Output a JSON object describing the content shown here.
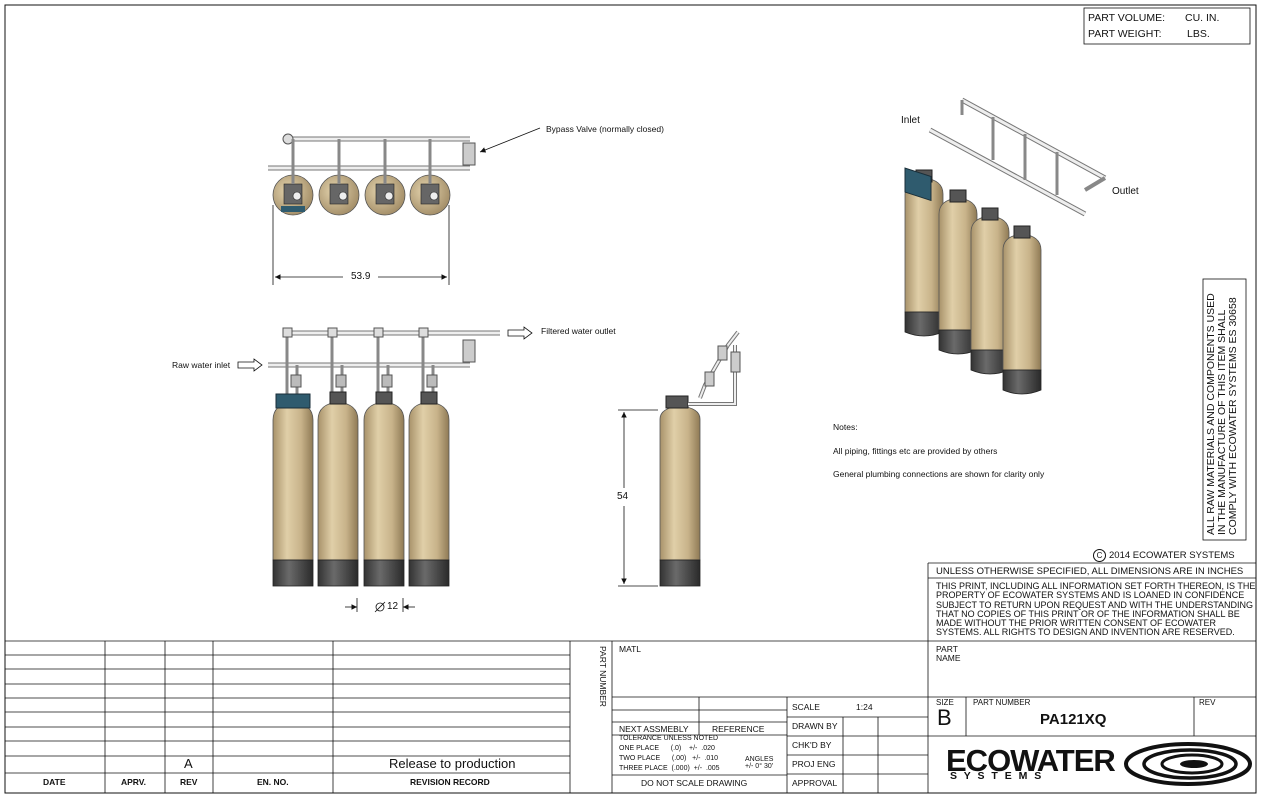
{
  "title_block": {
    "part_volume_label": "PART VOLUME:",
    "part_volume_unit": "CU. IN.",
    "part_weight_label": "PART WEIGHT:",
    "part_weight_unit": "LBS.",
    "copyright": "2014 ECOWATER SYSTEMS",
    "unless_note": "UNLESS OTHERWISE SPECIFIED, ALL DIMENSIONS ARE IN INCHES",
    "confidential": [
      "THIS PRINT, INCLUDING ALL INFORMATION SET FORTH THEREON, IS THE",
      "PROPERTY OF ECOWATER SYSTEMS AND IS LOANED IN CONFIDENCE",
      "SUBJECT TO RETURN UPON REQUEST AND WITH THE UNDERSTANDING",
      "THAT NO COPIES OF THIS PRINT OR OF THE INFORMATION SHALL BE",
      "MADE WITHOUT THE PRIOR WRITTEN CONSENT OF ECOWATER",
      "SYSTEMS. ALL RIGHTS TO DESIGN AND INVENTION ARE RESERVED."
    ],
    "vertical_note": [
      "ALL RAW MATERIALS AND COMPONENTS USED",
      "IN THE MANUFACTURE OF THIS ITEM SHALL",
      "COMPLY WITH ECOWATER SYSTEMS ES 30658"
    ],
    "part_name_label": [
      "PART",
      "NAME"
    ],
    "matl_label": "MATL",
    "part_number_vertical": "PART NUMBER",
    "scale_label": "SCALE",
    "scale_value": "1:24",
    "drawn_by": "DRAWN BY",
    "chkd_by": "CHK'D BY",
    "proj_eng": "PROJ ENG",
    "approval": "APPROVAL",
    "next_assembly": "NEXT ASSMEBLY",
    "reference": "REFERENCE",
    "tolerance_title": "TOLERANCE UNLESS NOTED",
    "tol_one": "ONE PLACE      (.0)    +/-  .020",
    "tol_two": "TWO PLACE      (.00)   +/-  .010",
    "tol_three": "THREE PLACE  (.000)  +/-  .005",
    "angles_label": "ANGLES",
    "angles_value": "+/- 0° 30'",
    "do_not_scale": "DO NOT SCALE DRAWING",
    "size_label": "SIZE",
    "size_value": "B",
    "part_number_label": "PART  NUMBER",
    "part_number_value": "PA121XQ",
    "rev_label": "REV",
    "logo_main": "ECOWATER",
    "logo_sub": "S Y S T E M S"
  },
  "revision": {
    "rev_value": "A",
    "description": "Release to production",
    "headers": [
      "DATE",
      "APRV.",
      "REV",
      "EN. NO.",
      "REVISION RECORD"
    ]
  },
  "annotations": {
    "bypass": "Bypass Valve (normally closed)",
    "dim_width": "53.9",
    "filtered_outlet": "Filtered water outlet",
    "raw_inlet": "Raw water inlet",
    "dim_height": "54",
    "dim_diameter": "12",
    "inlet": "Inlet",
    "outlet": "Outlet"
  },
  "notes": {
    "heading": "Notes:",
    "line1": "All piping, fittings etc are provided by others",
    "line2": "General plumbing connections are shown for clarity only"
  },
  "colors": {
    "tank_body": "#c9b48c",
    "tank_base": "#4a4a4a",
    "controller": "#2f5b6e"
  }
}
